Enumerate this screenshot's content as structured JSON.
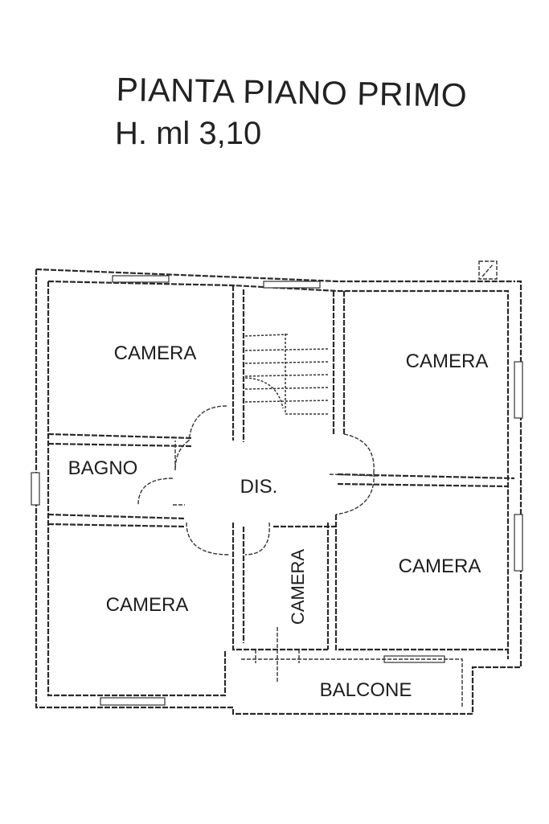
{
  "header": {
    "title": "PIANTA PIANO PRIMO",
    "subtitle": "H. ml 3,10"
  },
  "rooms": {
    "camera_top_left": "CAMERA",
    "camera_top_right": "CAMERA",
    "bagno": "BAGNO",
    "disimpegno": "DIS.",
    "camera_mid_right": "CAMERA",
    "camera_bottom_left": "CAMERA",
    "camera_small": "CAMERA",
    "balcone": "BALCONE"
  },
  "colors": {
    "ink": "#2a2a2a",
    "paper": "#ffffff"
  }
}
